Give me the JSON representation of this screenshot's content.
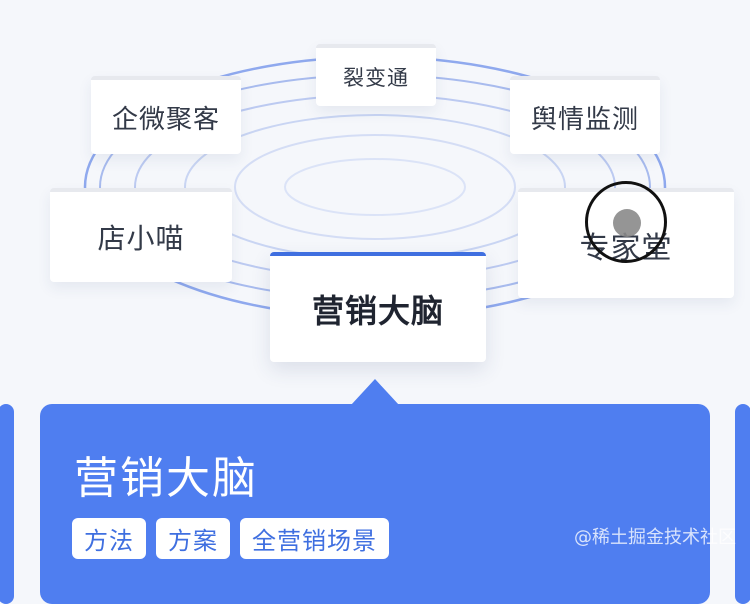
{
  "menu": {
    "items": [
      {
        "label": "裂变通",
        "active": false
      },
      {
        "label": "企微聚客",
        "active": false
      },
      {
        "label": "舆情监测",
        "active": false
      },
      {
        "label": "店小喵",
        "active": false
      },
      {
        "label": "专家堂",
        "active": false
      },
      {
        "label": "营销大脑",
        "active": true
      }
    ]
  },
  "panel": {
    "title": "营销大脑",
    "tags": [
      "方法",
      "方案",
      "全营销场景"
    ]
  },
  "watermark": "@稀土掘金技术社区",
  "colors": {
    "accent": "#4f7ef0",
    "active_border": "#3f6fe0",
    "ring": "#8fa9ee",
    "background": "#f5f7fb"
  }
}
